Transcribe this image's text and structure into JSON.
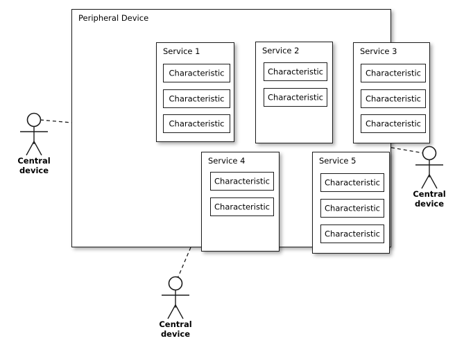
{
  "diagram": {
    "title": "Peripheral Device",
    "background_color": "#ffffff",
    "line_color": "#1a1a1a",
    "peripheral": {
      "label": "Peripheral Device",
      "services": [
        {
          "id": "service-1",
          "label": "Service 1",
          "characteristics": [
            {
              "label": "Characteristic"
            },
            {
              "label": "Characteristic"
            },
            {
              "label": "Characteristic"
            }
          ]
        },
        {
          "id": "service-2",
          "label": "Service 2",
          "characteristics": [
            {
              "label": "Characteristic"
            },
            {
              "label": "Characteristic"
            }
          ]
        },
        {
          "id": "service-3",
          "label": "Service 3",
          "characteristics": [
            {
              "label": "Characteristic"
            },
            {
              "label": "Characteristic"
            },
            {
              "label": "Characteristic"
            }
          ]
        },
        {
          "id": "service-4",
          "label": "Service 4",
          "characteristics": [
            {
              "label": "Characteristic"
            },
            {
              "label": "Characteristic"
            }
          ]
        },
        {
          "id": "service-5",
          "label": "Service 5",
          "characteristics": [
            {
              "label": "Characteristic"
            },
            {
              "label": "Characteristic"
            },
            {
              "label": "Characteristic"
            }
          ]
        }
      ]
    },
    "actors": [
      {
        "id": "actor-left",
        "icon": "stick-figure-actor-icon",
        "label_line1": "Central",
        "label_line2": "device"
      },
      {
        "id": "actor-right",
        "icon": "stick-figure-actor-icon",
        "label_line1": "Central",
        "label_line2": "device"
      },
      {
        "id": "actor-bottom",
        "icon": "stick-figure-actor-icon",
        "label_line1": "Central",
        "label_line2": "device"
      }
    ],
    "connections": [
      {
        "id": "connection-left",
        "style": "dashed",
        "from": "actor-left",
        "to": "peripheral-device"
      },
      {
        "id": "connection-right",
        "style": "dashed",
        "from": "actor-right",
        "to": "peripheral-device"
      },
      {
        "id": "connection-bottom",
        "style": "dashed",
        "from": "actor-bottom",
        "to": "peripheral-device"
      }
    ]
  }
}
